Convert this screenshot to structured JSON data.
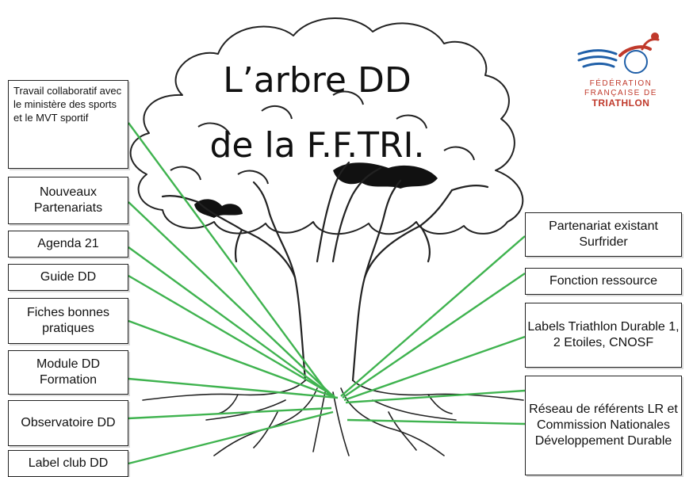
{
  "title": {
    "line1": "L’arbre DD",
    "line2": "de la F.F.TRI."
  },
  "logo": {
    "line1": "FÉDÉRATION",
    "line2": "FRANÇAISE DE",
    "line3": "TRIATHLON",
    "brand_red": "#c0392b",
    "brand_blue": "#1f5fa8"
  },
  "connector_color": "#3fb34f",
  "left_boxes": [
    {
      "text": "Travail collaboratif avec le ministère des sports et le MVT sportif"
    },
    {
      "text": "Nouveaux Partenariats"
    },
    {
      "text": "Agenda 21"
    },
    {
      "text": "Guide DD"
    },
    {
      "text": "Fiches bonnes pratiques"
    },
    {
      "text": "Module DD Formation"
    },
    {
      "text": "Observatoire DD"
    },
    {
      "text": "Label club DD"
    }
  ],
  "right_boxes": [
    {
      "text": "Partenariat existant Surfrider"
    },
    {
      "text": "Fonction ressource"
    },
    {
      "text": "Labels Triathlon Durable 1, 2 Etoiles, CNOSF"
    },
    {
      "text": "Réseau de référents LR et Commission Nationales Développement Durable"
    }
  ]
}
